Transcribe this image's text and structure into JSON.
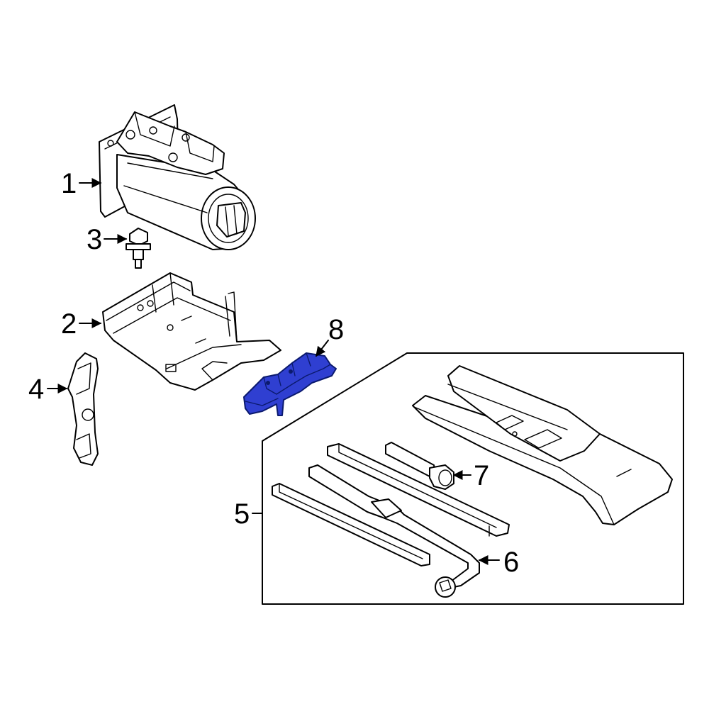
{
  "colors": {
    "line": "#000000",
    "background": "#ffffff",
    "highlight_fill": "#2f3fd1",
    "highlight_stroke": "#0b1a6e"
  },
  "callouts": {
    "c1": "1",
    "c2": "2",
    "c3": "3",
    "c4": "4",
    "c5": "5",
    "c6": "6",
    "c7": "7",
    "c8": "8"
  },
  "highlighted_part": "8"
}
